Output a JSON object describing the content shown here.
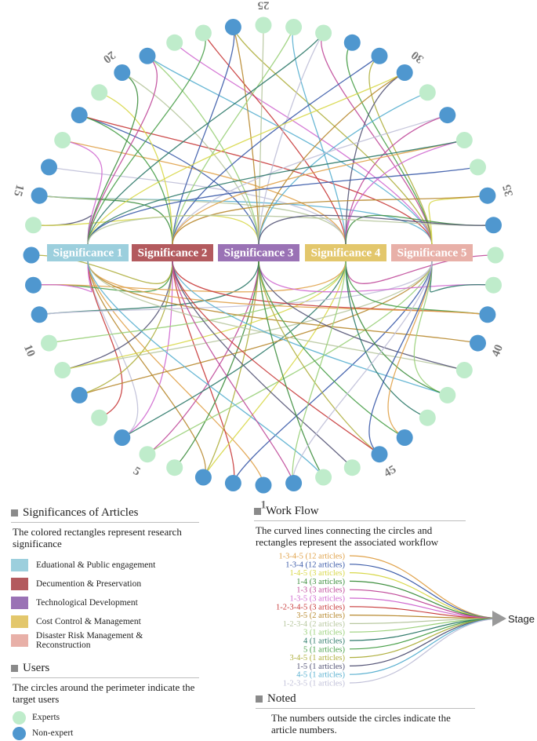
{
  "colors": {
    "expert": "#bfeccb",
    "nonexpert": "#4f97cf",
    "sig1": "#9ccfdd",
    "sig2": "#b35a5e",
    "sig3": "#9a72b5",
    "sig4": "#e3c76c",
    "sig5": "#e8b0a8"
  },
  "diagram": {
    "significances": [
      {
        "label": "Significance 1",
        "color": "#9ccfdd"
      },
      {
        "label": "Significance 2",
        "color": "#b35a5e"
      },
      {
        "label": "Significance 3",
        "color": "#9a72b5"
      },
      {
        "label": "Significance 4",
        "color": "#e3c76c"
      },
      {
        "label": "Significance 5",
        "color": "#e8b0a8"
      }
    ],
    "article_numbers": [
      "1",
      "5",
      "10",
      "15",
      "20",
      "25",
      "30",
      "35",
      "40",
      "45"
    ],
    "user_types_by_article": [
      "N",
      "N",
      "N",
      "E",
      "E",
      "N",
      "E",
      "N",
      "E",
      "E",
      "N",
      "N",
      "N",
      "E",
      "N",
      "N",
      "E",
      "N",
      "E",
      "N",
      "N",
      "E",
      "E",
      "N",
      "E",
      "E",
      "E",
      "N",
      "N",
      "N",
      "E",
      "N",
      "E",
      "E",
      "N",
      "N",
      "E",
      "E",
      "N",
      "N",
      "E",
      "E",
      "E",
      "N",
      "N",
      "E",
      "E",
      "N"
    ]
  },
  "legend": {
    "significance": {
      "title": "Significances of Articles",
      "description": "The colored rectangles represent research significance",
      "items": [
        {
          "label": "Eduational & Public engagement",
          "color": "#9ccfdd"
        },
        {
          "label": "Decumention & Preservation",
          "color": "#b35a5e"
        },
        {
          "label": "Technological Development",
          "color": "#9a72b5"
        },
        {
          "label": "Cost Control & Management",
          "color": "#e3c76c"
        },
        {
          "label": "Disaster Risk Management & Reconstruction",
          "color": "#e8b0a8"
        }
      ]
    },
    "users": {
      "title": "Users",
      "description": "The circles around the perimeter indicate the target users",
      "items": [
        {
          "label": "Experts",
          "color": "#bfeccb"
        },
        {
          "label": "Non-expert",
          "color": "#4f97cf"
        }
      ]
    },
    "workflow": {
      "title": "Work Flow",
      "description": "The curved lines connecting the circles and rectangles represent the associated workflow",
      "stage_label": "Stage",
      "items": [
        {
          "label": "1-3-4-5 (12 articles)",
          "color": "#e0a24a"
        },
        {
          "label": "1-3-4 (12 articles)",
          "color": "#3a5aa8"
        },
        {
          "label": "1-4-5 (3 articles)",
          "color": "#d8d84a"
        },
        {
          "label": "1-4  (3 articles)",
          "color": "#3f8f3f"
        },
        {
          "label": "1-3  (3 articles)",
          "color": "#c04a9a"
        },
        {
          "label": "1-3-5  (3 articles)",
          "color": "#d06ad0"
        },
        {
          "label": "1-2-3-4-5  (3 articles)",
          "color": "#c83a3a"
        },
        {
          "label": "3-5  (2 articles)",
          "color": "#b88a30"
        },
        {
          "label": "1-2-3-4  (2 articles)",
          "color": "#b8c8a0"
        },
        {
          "label": "3  (1 articles)",
          "color": "#9ad07a"
        },
        {
          "label": "4  (1 articles)",
          "color": "#2f7a6a"
        },
        {
          "label": "5  (1 articles)",
          "color": "#4aa04a"
        },
        {
          "label": "3-4-5  (1 articles)",
          "color": "#b0b040"
        },
        {
          "label": "1-5  (1 articles)",
          "color": "#555577"
        },
        {
          "label": "4-5  (1 articles)",
          "color": "#5ab0d0"
        },
        {
          "label": "1-2-3-5  (1 articles)",
          "color": "#c0c0d8"
        }
      ]
    },
    "noted": {
      "title": "Noted",
      "description": "The numbers outside the circles indicate the article numbers."
    }
  }
}
